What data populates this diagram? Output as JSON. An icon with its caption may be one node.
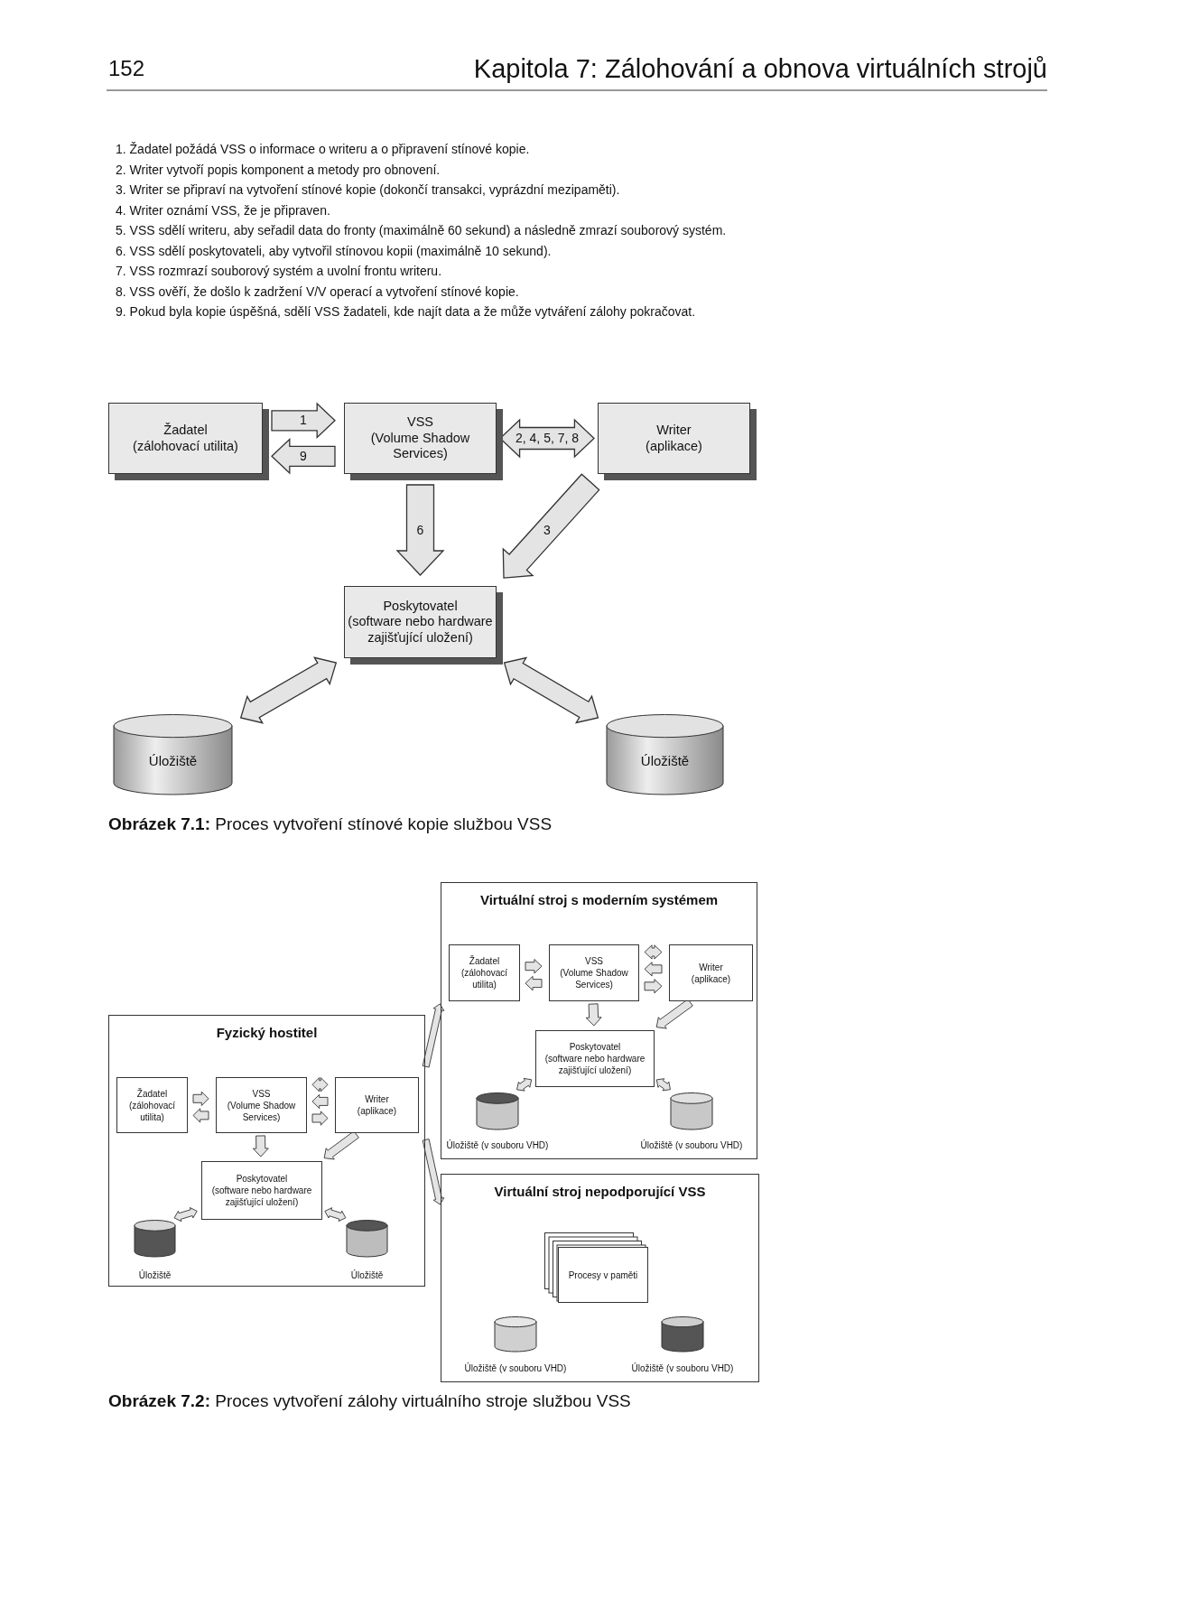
{
  "diagram": {
    "nodes": [
      {
        "text": [
          "Žadatel",
          "(zálohovací utilita)"
        ]
      },
      {
        "text": [
          "VSS",
          "(Volume Shadow Services)"
        ]
      },
      {
        "text": [
          "Writer",
          "(aplikace)"
        ]
      },
      {
        "text": [
          "Poskytovatel",
          "(software nebo hardware zajišťující uložení)"
        ]
      },
      {
        "text": [
          "Úložiště"
        ]
      },
      {
        "text": [
          "Úložiště"
        ]
      },
      {
        "text": [
          "Fyzický hostitel"
        ]
      },
      {
        "text": [
          "Žadatel",
          "(zálohovací utilita)"
        ],
        "in": 6
      },
      {
        "text": [
          "VSS",
          "(Volume Shadow Services)"
        ],
        "in": 6
      },
      {
        "text": [
          "Writer",
          "(aplikace)"
        ],
        "in": 6
      },
      {
        "text": [
          "Poskytovatel",
          "(software nebo hardware zajišťující uložení)"
        ],
        "in": 6
      },
      {
        "text": [],
        "shape": "cylinder",
        "beside": [
          "Úložiště"
        ],
        "in": 6
      },
      {
        "text": [],
        "shape": "cylinder",
        "beside": [
          "Úložiště"
        ],
        "in": 6
      },
      {
        "text": [
          "Virtuální stroj s moderním systémem"
        ]
      },
      {
        "text": [
          "Žadatel",
          "(zálohovací utilita)"
        ],
        "in": 13
      },
      {
        "text": [
          "VSS",
          "(Volume Shadow Services)"
        ],
        "in": 13
      },
      {
        "text": [
          "Writer",
          "(aplikace)"
        ],
        "in": 13
      },
      {
        "text": [
          "Poskytovatel",
          "(software nebo hardware zajišťující uložení)"
        ],
        "in": 13
      },
      {
        "text": [],
        "shape": "cylinder",
        "beside": [
          "Úložiště (v souboru VHD)"
        ],
        "in": 13
      },
      {
        "text": [],
        "shape": "cylinder",
        "beside": [
          "Úložiště (v souboru VHD)"
        ],
        "in": 13
      },
      {
        "text": [
          "Virtuální stroj nepodporující VSS"
        ]
      },
      {
        "text": [
          "Procesy v paměti"
        ],
        "in": 20
      },
      {
        "text": [],
        "shape": "cylinder",
        "beside": [
          "Úložiště (v souboru VHD)"
        ],
        "in": 20
      },
      {
        "text": [],
        "shape": "cylinder",
        "beside": [
          "Úložiště (v souboru VHD)"
        ],
        "in": 20
      }
    ],
    "edges": [
      {
        "from": 0,
        "to": 1,
        "arrow": "to",
        "label": "1"
      },
      {
        "from": 1,
        "to": 0,
        "arrow": "to",
        "label": "9"
      },
      {
        "from": 1,
        "to": 2,
        "arrow": "both",
        "label": "2, 4, 5, 7, 8"
      },
      {
        "from": 1,
        "to": 3,
        "arrow": "to",
        "label": "6"
      },
      {
        "from": 2,
        "to": 3,
        "arrow": "to",
        "label": "3"
      },
      {
        "from": 3,
        "to": 4,
        "arrow": "both"
      },
      {
        "from": 3,
        "to": 5,
        "arrow": "both"
      },
      {
        "from": 7,
        "to": 8,
        "arrow": "to"
      },
      {
        "from": 8,
        "to": 7,
        "arrow": "to"
      },
      {
        "from": 8,
        "to": 9,
        "arrow": "both"
      },
      {
        "from": 9,
        "to": 8,
        "arrow": "to"
      },
      {
        "from": 8,
        "to": 9,
        "arrow": "to"
      },
      {
        "from": 8,
        "to": 10,
        "arrow": "to"
      },
      {
        "from": 9,
        "to": 10,
        "arrow": "to"
      },
      {
        "from": 10,
        "to": 11,
        "arrow": "both"
      },
      {
        "from": 10,
        "to": 12,
        "arrow": "both"
      },
      {
        "from": 6,
        "to": 13,
        "arrow": "to"
      },
      {
        "from": 6,
        "to": 20,
        "arrow": "to"
      },
      {
        "from": 14,
        "to": 15,
        "arrow": "to"
      },
      {
        "from": 15,
        "to": 14,
        "arrow": "to"
      },
      {
        "from": 15,
        "to": 16,
        "arrow": "both"
      },
      {
        "from": 16,
        "to": 15,
        "arrow": "to"
      },
      {
        "from": 15,
        "to": 16,
        "arrow": "to"
      },
      {
        "from": 15,
        "to": 17,
        "arrow": "to"
      },
      {
        "from": 16,
        "to": 17,
        "arrow": "to"
      },
      {
        "from": 17,
        "to": 18,
        "arrow": "both"
      },
      {
        "from": 17,
        "to": 19,
        "arrow": "both"
      }
    ],
    "labels": [
      "152",
      "Kapitola 7: Zálohování a obnova virtuálních strojů",
      "1. Žadatel požádá VSS o informace o writeru a o připravení stínové kopie.",
      "2. Writer vytvoří popis komponent a metody pro obnovení.",
      "3. Writer se připraví na vytvoření stínové kopie (dokončí transakci, vyprázdní mezipaměti).",
      "4. Writer oznámí VSS, že je připraven.",
      "5. VSS sdělí writeru, aby seřadil data do fronty (maximálně 60 sekund) a následně zmrazí souborový systém.",
      "6. VSS sdělí poskytovateli, aby vytvořil stínovou kopii (maximálně 10 sekund).",
      "7. VSS rozmrazí souborový systém a uvolní frontu writeru.",
      "8. VSS ověří, že došlo k zadržení V/V operací a vytvoření stínové kopie.",
      "9. Pokud byla kopie úspěšná, sdělí VSS žadateli, kde najít data a že může vytváření zálohy pokračovat.",
      "**Obrázek 7.1:** Proces vytvoření stínové kopie službou VSS",
      "**Obrázek 7.2:** Proces vytvoření zálohy virtuálního stroje službou VSS"
    ]
  }
}
